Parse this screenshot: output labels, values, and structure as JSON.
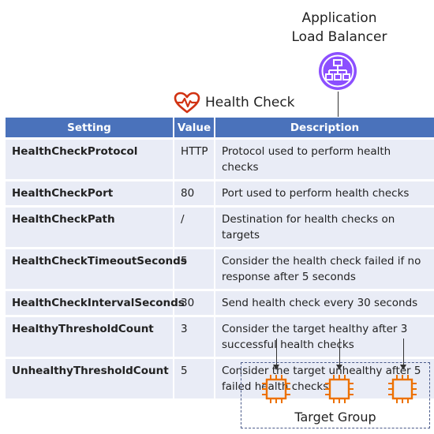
{
  "load_balancer": {
    "title_line1": "Application",
    "title_line2": "Load Balancer",
    "icon": "application-load-balancer-icon",
    "icon_color": "#8c4fff"
  },
  "health_check": {
    "heading": "Health Check",
    "icon": "heart-pulse-icon",
    "icon_color": "#d13212"
  },
  "table": {
    "header_color": "#4a72bb",
    "row_color": "#e9ecf6",
    "columns": [
      "Setting",
      "Value",
      "Description"
    ],
    "rows": [
      {
        "setting": "HealthCheckProtocol",
        "value": "HTTP",
        "description": "Protocol used to perform health checks"
      },
      {
        "setting": "HealthCheckPort",
        "value": "80",
        "description": "Port used to perform health checks"
      },
      {
        "setting": "HealthCheckPath",
        "value": "/",
        "description": "Destination for health checks on targets"
      },
      {
        "setting": "HealthCheckTimeoutSeconds",
        "value": "5",
        "description": "Consider the health check failed if no response after 5 seconds"
      },
      {
        "setting": "HealthCheckIntervalSeconds",
        "value": "30",
        "description": "Send health check every 30 seconds"
      },
      {
        "setting": "HealthyThresholdCount",
        "value": "3",
        "description": "Consider the target healthy after 3 successful health checks"
      },
      {
        "setting": "UnhealthyThresholdCount",
        "value": "5",
        "description": "Consider the target unhealthy after 5 failed health checks"
      }
    ]
  },
  "target_group": {
    "label": "Target Group",
    "instance_icon": "ec2-instance-icon",
    "instance_color": "#ed7100"
  }
}
